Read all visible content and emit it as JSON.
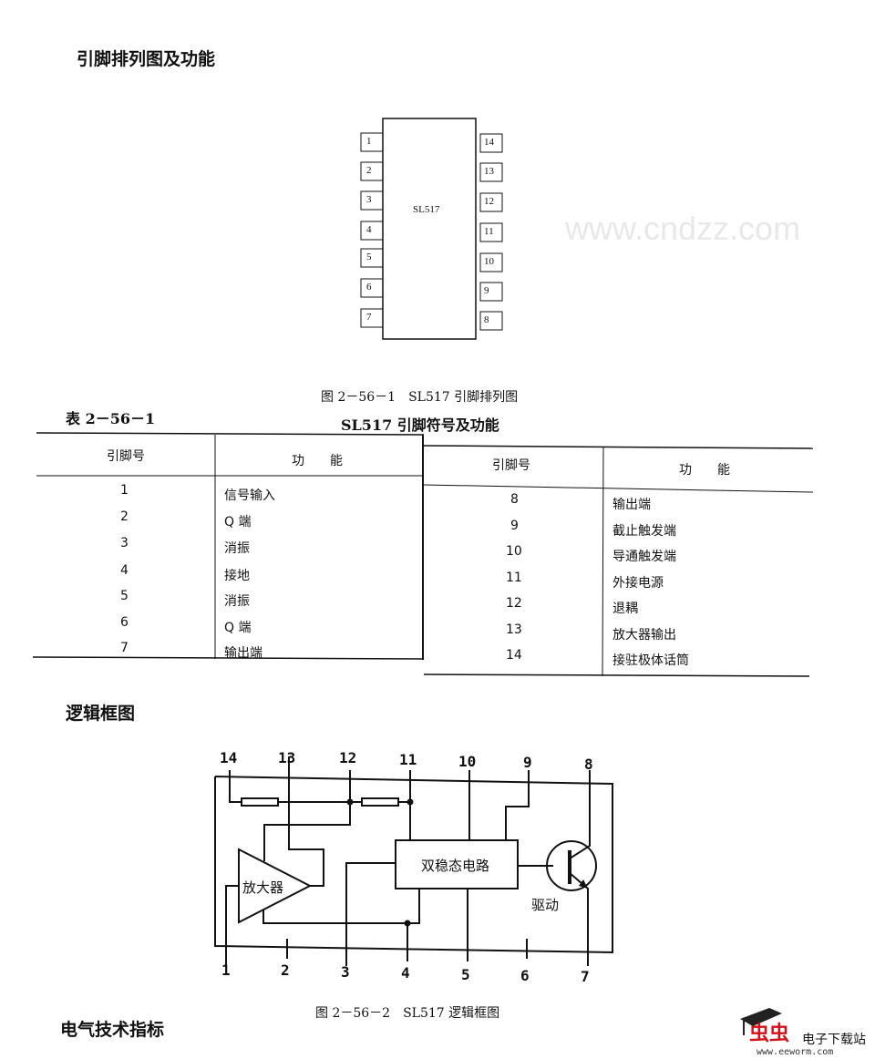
{
  "sections": {
    "pinout_heading": "引脚排列图及功能",
    "logic_heading": "逻辑框图",
    "electrical_heading": "电气技术指标"
  },
  "pinout": {
    "chip_label": "SL517",
    "left_pins": [
      "1",
      "2",
      "3",
      "4",
      "5",
      "6",
      "7"
    ],
    "right_pins": [
      "14",
      "13",
      "12",
      "11",
      "10",
      "9",
      "8"
    ],
    "caption": "图 2－56－1　SL517 引脚排列图"
  },
  "table": {
    "number": "表 2－56－1",
    "title": "SL517 引脚符号及功能",
    "headers": [
      "引脚号",
      "功　　能",
      "引脚号",
      "功　　能"
    ],
    "left_rows": [
      {
        "pin": "1",
        "func": "信号输入"
      },
      {
        "pin": "2",
        "func": "Q 端"
      },
      {
        "pin": "3",
        "func": "消振"
      },
      {
        "pin": "4",
        "func": "接地"
      },
      {
        "pin": "5",
        "func": "消振"
      },
      {
        "pin": "6",
        "func": "Q 端"
      },
      {
        "pin": "7",
        "func": "输出端"
      }
    ],
    "right_rows": [
      {
        "pin": "8",
        "func": "输出端"
      },
      {
        "pin": "9",
        "func": "截止触发端"
      },
      {
        "pin": "10",
        "func": "导通触发端"
      },
      {
        "pin": "11",
        "func": "外接电源"
      },
      {
        "pin": "12",
        "func": "退耦"
      },
      {
        "pin": "13",
        "func": "放大器输出"
      },
      {
        "pin": "14",
        "func": "接驻极体话筒"
      }
    ],
    "watermark": "www.cndzz.com"
  },
  "logic": {
    "top_pins": [
      "14",
      "13",
      "12",
      "11",
      "10",
      "9",
      "8"
    ],
    "bottom_pins": [
      "1",
      "2",
      "3",
      "4",
      "5",
      "6",
      "7"
    ],
    "amp_label": "放大器",
    "bistable_label": "双稳态电路",
    "driver_label": "驱动",
    "caption": "图 2－56－2　SL517 逻辑框图"
  },
  "logo": {
    "name": "虫虫",
    "tagline": "电子下载站",
    "url": "www.eeworm.com",
    "color": "#d0121b"
  }
}
